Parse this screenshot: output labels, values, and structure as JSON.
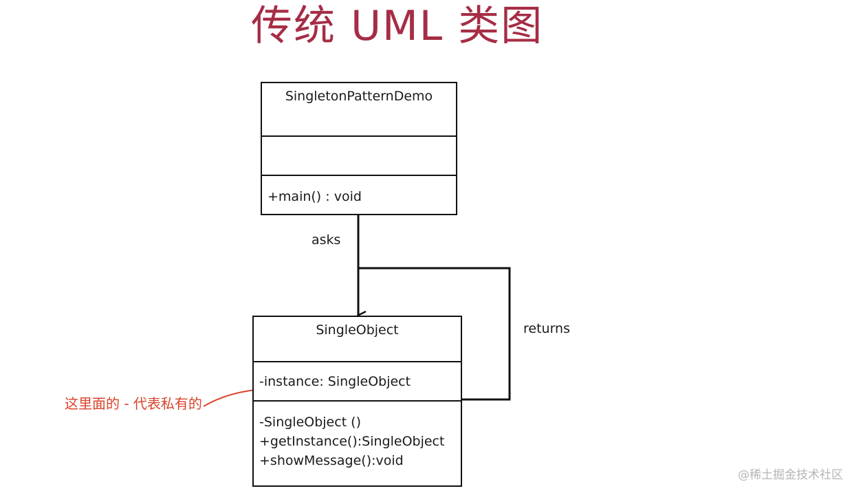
{
  "title": "传统 UML 类图",
  "classes": {
    "demo": {
      "name": "SingletonPatternDemo",
      "attributes": [],
      "operations": [
        "+main() : void"
      ]
    },
    "single": {
      "name": "SingleObject",
      "attributes": [
        "-instance: SingleObject"
      ],
      "operations": [
        "-SingleObject ()",
        "+getInstance():SingleObject",
        "+showMessage():void"
      ]
    }
  },
  "relations": {
    "asks_label": "asks",
    "returns_label": "returns"
  },
  "annotation": {
    "text": "这里面的 - 代表私有的",
    "color": "#d9432b"
  },
  "watermark": "@稀土掘金技术社区",
  "colors": {
    "title": "#a52d45",
    "lines": "#111111"
  }
}
